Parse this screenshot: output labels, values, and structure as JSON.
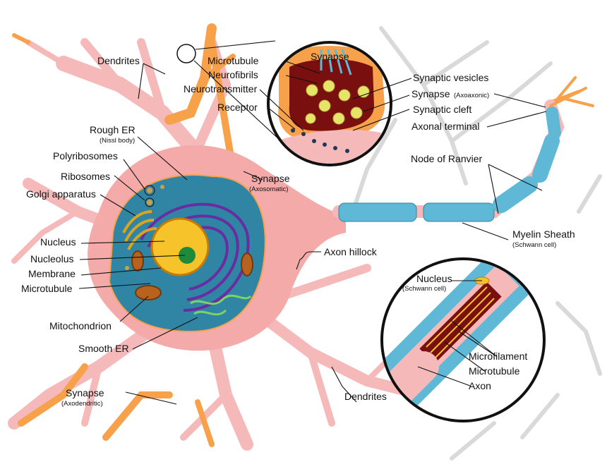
{
  "colors": {
    "cell_pink": "#f6b9b9",
    "soma_pink": "#f5aaaa",
    "background_neuron_gray": "#d9d9d9",
    "axodendritic_orange": "#f7a14a",
    "myelin_blue": "#5fb8d6",
    "cytoplasm_teal": "#2f85a3",
    "nucleus_yellow": "#f7c32b",
    "nucleolus_green": "#1e8a3a",
    "rough_er_purple": "#6a2ca0",
    "synapse_maroon": "#7a0f10"
  },
  "labels": {
    "dendrites_top": "Dendrites",
    "rough_er": "Rough ER",
    "rough_er_sub": "(Nissl body)",
    "polyribosomes": "Polyribosomes",
    "ribosomes": "Ribosomes",
    "golgi": "Golgi apparatus",
    "nucleus": "Nucleus",
    "nucleolus": "Nucleolus",
    "membrane": "Membrane",
    "microtubule_left": "Microtubule",
    "mitochondrion": "Mitochondrion",
    "smooth_er": "Smooth ER",
    "synapse_axodendritic": "Synapse",
    "synapse_axodendritic_sub": "(Axodendritic)",
    "synapse_axosomatic": "Synapse",
    "synapse_axosomatic_sub": "(Axosomatic)",
    "axon_hillock": "Axon hillock",
    "dendrites_bottom": "Dendrites",
    "inset_synapse_title": "Synapse",
    "microtubule_inset": "Microtubule",
    "neurofibrils": "Neurofibrils",
    "neurotransmitter": "Neurotransmitter",
    "receptor": "Receptor",
    "synaptic_vesicles": "Synaptic vesicles",
    "synapse_axoaxonic": "Synapse",
    "synapse_axoaxonic_sub": "(Axoaxonic)",
    "synaptic_cleft": "Synaptic cleft",
    "axonal_terminal": "Axonal terminal",
    "node_of_ranvier": "Node of Ranvier",
    "myelin_sheath": "Myelin Sheath",
    "myelin_sheath_sub": "(Schwann cell)",
    "nucleus_schwann": "Nucleus",
    "nucleus_schwann_sub": "(Schwann cell)",
    "microfilament": "Microfilament",
    "microtubule_axon": "Microtubule",
    "axon": "Axon"
  }
}
